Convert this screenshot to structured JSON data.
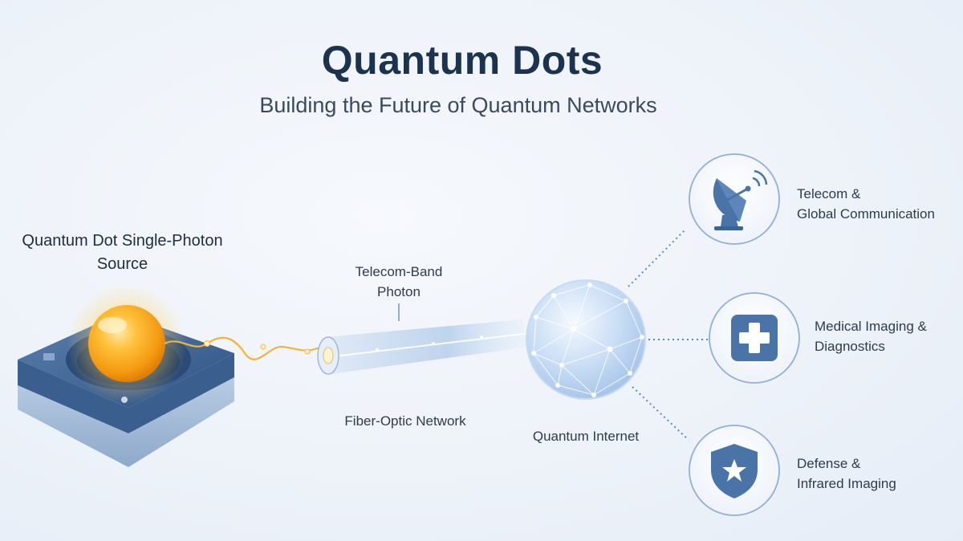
{
  "title": "Quantum Dots",
  "subtitle": "Building the Future of Quantum Networks",
  "source": {
    "line1": "Quantum Dot",
    "line2": "Single-Photon Source"
  },
  "photon": {
    "line1": "Telecom-Band",
    "line2": "Photon"
  },
  "fiber": {
    "label": "Fiber-Optic Network"
  },
  "internet": {
    "label": "Quantum Internet"
  },
  "applications": [
    {
      "line1": "Telecom &",
      "line2": "Global Communication",
      "icon": "satellite-dish-icon"
    },
    {
      "line1": "Medical Imaging &",
      "line2": "Diagnostics",
      "icon": "medical-cross-icon"
    },
    {
      "line1": "Defense &",
      "line2": "Infrared Imaging",
      "icon": "shield-star-icon"
    }
  ],
  "colors": {
    "title": "#1c3350",
    "accent": "#4a74a8",
    "quantum_dot": "#f7a21b",
    "platform": "#3f6594"
  }
}
